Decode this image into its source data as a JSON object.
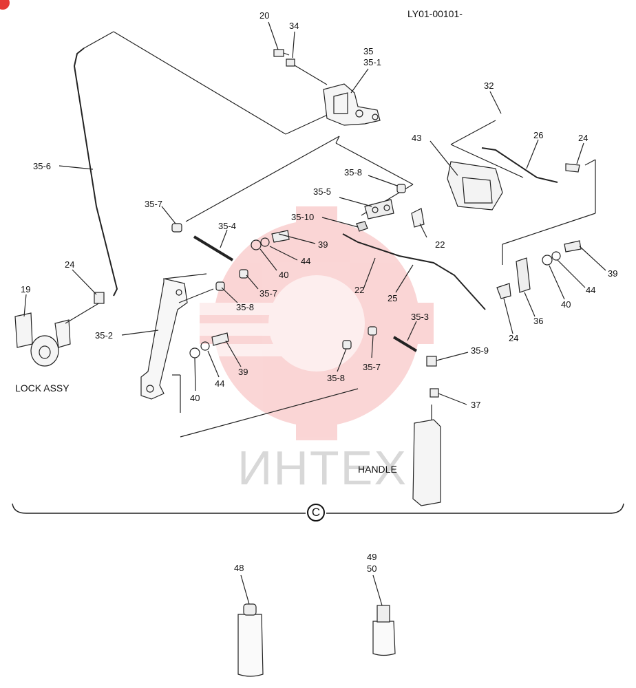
{
  "header": {
    "code": "LY01-00101-"
  },
  "section_captions": {
    "lock_assy": "LOCK ASSY",
    "handle": "HANDLE",
    "section_mark": "C"
  },
  "watermark": {
    "text": "ИНТЕХ",
    "color": "#f4a3a3"
  },
  "callouts": {
    "c20": "20",
    "c34": "34",
    "c35": "35",
    "c35_1": "35-1",
    "c32": "32",
    "c43": "43",
    "c26": "26",
    "c24_top": "24",
    "c35_6": "35-6",
    "c35_8_top": "35-8",
    "c35_5": "35-5",
    "c35_10": "35-10",
    "c22_right": "22",
    "c35_7_left": "35-7",
    "c35_4": "35-4",
    "c39_top": "39",
    "c44_top": "44",
    "c40_top": "40",
    "c35_7_mid": "35-7",
    "c22_mid": "22",
    "c25": "25",
    "c24_left": "24",
    "c19": "19",
    "c35_8_mid": "35-8",
    "c35_2": "35-2",
    "c35_3": "35-3",
    "c35_9": "35-9",
    "c39_low": "39",
    "c44_low": "44",
    "c40_low": "40",
    "c35_7_low": "35-7",
    "c35_8_low": "35-8",
    "c37": "37",
    "c39_right": "39",
    "c44_right": "44",
    "c40_right": "40",
    "c36": "36",
    "c24_right": "24",
    "c48": "48",
    "c49": "49",
    "c50": "50"
  }
}
